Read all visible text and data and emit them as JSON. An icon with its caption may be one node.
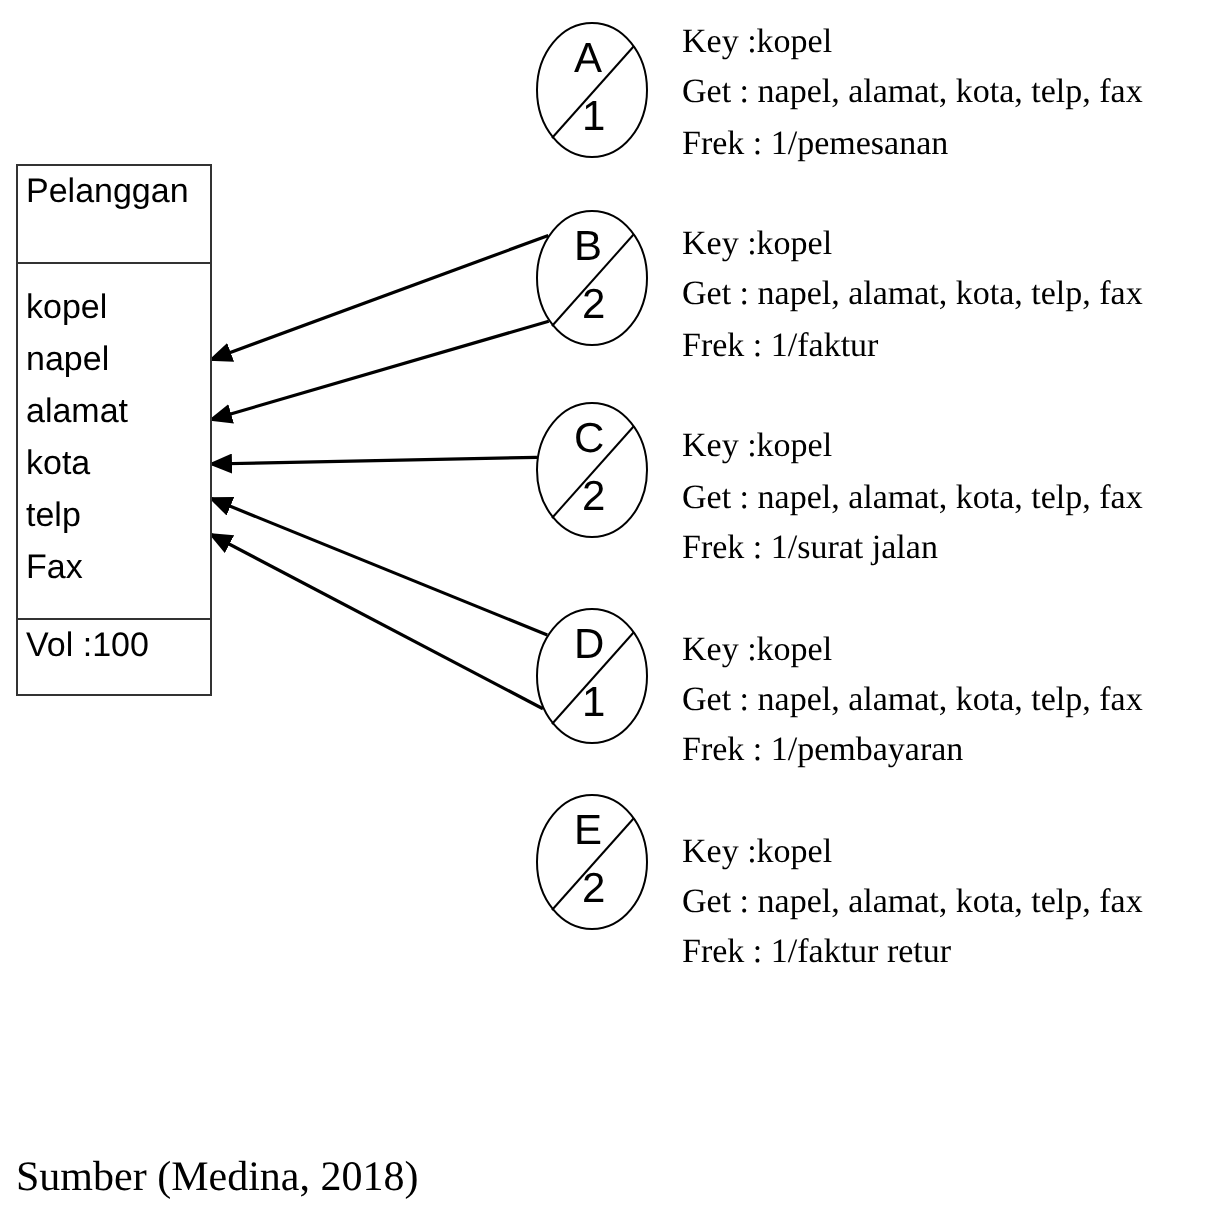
{
  "diagram": {
    "caption": "Sumber (Medina, 2018)",
    "nodes": [
      {
        "text": [
          "Pelanggan",
          "kopel",
          "napel",
          "alamat",
          "kota",
          "telp",
          "Fax",
          "Vol :100"
        ]
      },
      {
        "text": [
          "A",
          "1"
        ]
      },
      {
        "text": [
          "B",
          "2"
        ]
      },
      {
        "text": [
          "C",
          "2"
        ]
      },
      {
        "text": [
          "D",
          "1"
        ]
      },
      {
        "text": [
          "E",
          "2"
        ]
      }
    ],
    "edges": [
      {
        "from": 2,
        "to": 0,
        "arrow": "to"
      },
      {
        "from": 2,
        "to": 0,
        "arrow": "to"
      },
      {
        "from": 3,
        "to": 0,
        "arrow": "to"
      },
      {
        "from": 4,
        "to": 0,
        "arrow": "to"
      },
      {
        "from": 4,
        "to": 0,
        "arrow": "to"
      }
    ],
    "labels": [
      "Key :kopel",
      "Get : napel, alamat, kota, telp, fax",
      "Frek : 1/pemesanan",
      "Key :kopel",
      "Get : napel, alamat, kota, telp, fax",
      "Frek : 1/faktur",
      "Key :kopel",
      "Get : napel, alamat, kota, telp, fax",
      "Frek : 1/surat jalan",
      "Key :kopel",
      "Get : napel, alamat, kota, telp, fax",
      "Frek : 1/pembayaran",
      "Key :kopel",
      "Get : napel, alamat, kota, telp, fax",
      "Frek : 1/faktur retur"
    ]
  }
}
